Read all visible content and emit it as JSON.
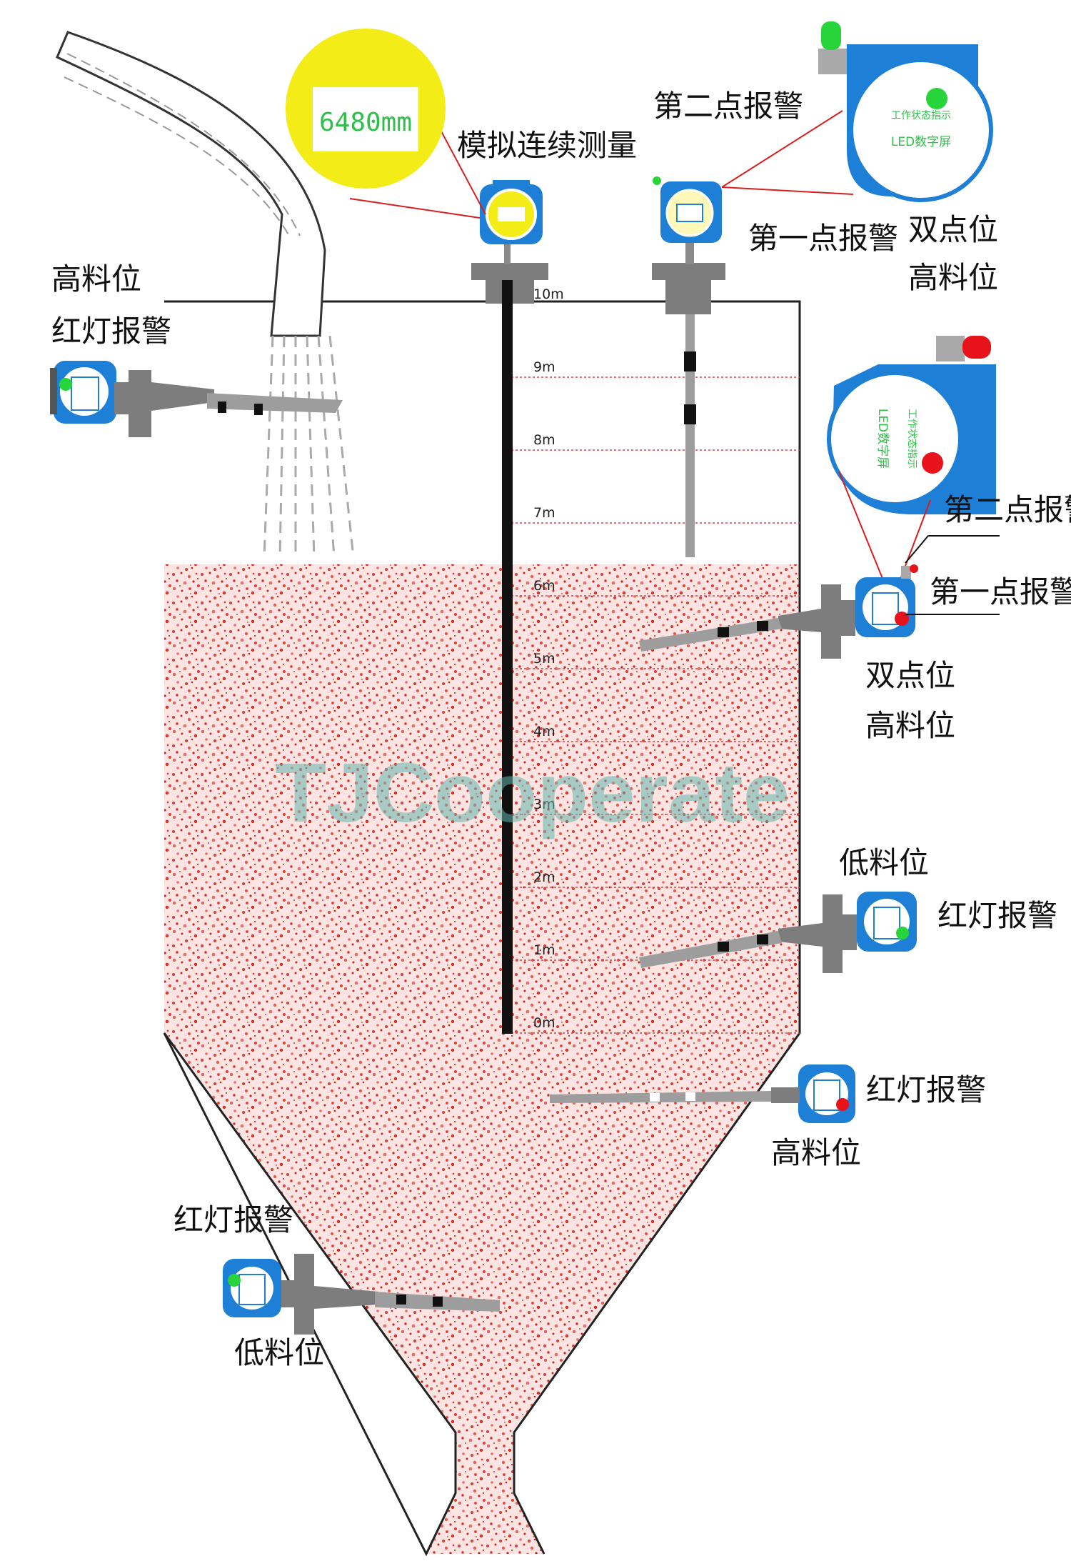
{
  "display_reading": "6480mm",
  "labels": {
    "analog_continuous": "模拟连续测量",
    "second_point_alarm": "第二点报警",
    "first_point_alarm": "第一点报警",
    "dual_point": "双点位",
    "high_level": "高料位",
    "low_level": "低料位",
    "red_light_alarm": "红灯报警"
  },
  "indicator_text": {
    "line1": "工作状态指示",
    "line2": "LED数字屏"
  },
  "scale_marks": [
    "10m",
    "9m",
    "8m",
    "7m",
    "6m",
    "5m",
    "4m",
    "3m",
    "2m",
    "1m",
    "0m"
  ],
  "watermark": "TJCooperate",
  "colors": {
    "material": "#e8413c",
    "housing_blue": "#1e7fd6",
    "sensor_gray": "#8a8a8a",
    "led_green": "#27d43a",
    "led_red": "#e8121b",
    "display_yellow": "#f4ec16"
  }
}
